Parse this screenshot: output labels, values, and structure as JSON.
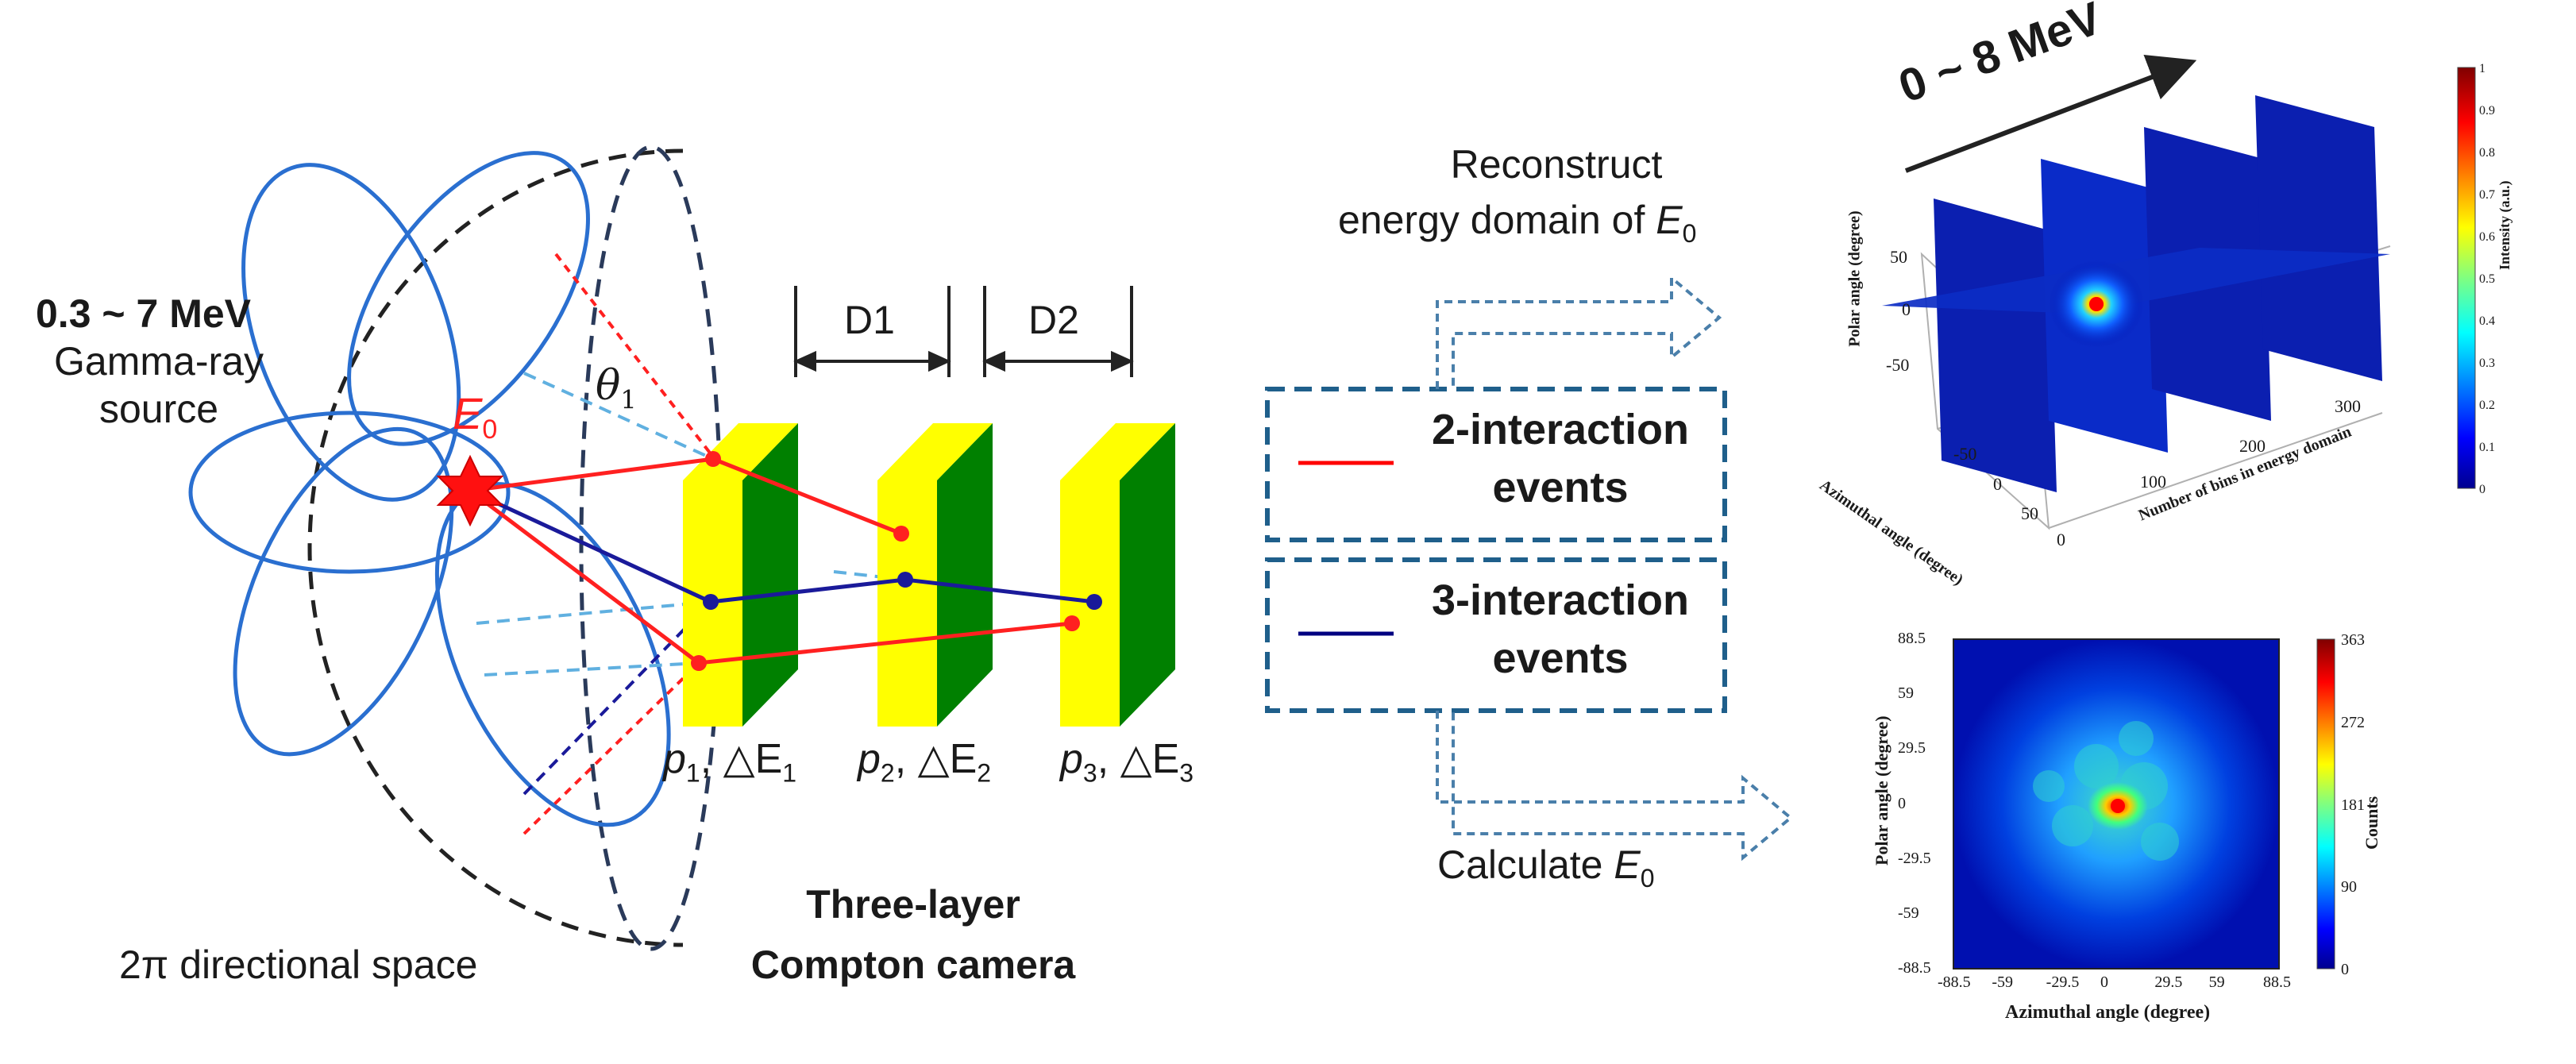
{
  "source": {
    "energy_range": "0.3 ~ 7 MeV",
    "line1": "Gamma-ray",
    "line2": "source",
    "symbol": "E",
    "symbol_sub": "0",
    "space_label": "2π directional space",
    "theta": "θ",
    "theta_sub": "1"
  },
  "camera": {
    "title_line1": "Three-layer",
    "title_line2": "Compton camera",
    "gap1": "D1",
    "gap2": "D2",
    "layers": [
      {
        "p": "p",
        "sub": "1",
        "dE": ", △E",
        "dE_sub": "1"
      },
      {
        "p": "p",
        "sub": "2",
        "dE": ", △E",
        "dE_sub": "2"
      },
      {
        "p": "p",
        "sub": "3",
        "dE": ", △E",
        "dE_sub": "3"
      }
    ],
    "colors": {
      "front": "#ffff00",
      "back": "#008000",
      "red_track": "#ff2020",
      "blue_track": "#1a1a9a"
    }
  },
  "events": {
    "two": {
      "line1": "2-interaction",
      "line2": "events",
      "color": "#ff0000"
    },
    "three": {
      "line1": "3-interaction",
      "line2": "events",
      "color": "#000080"
    }
  },
  "flows": {
    "top_line1": "Reconstruct",
    "top_line2": "energy domain of ",
    "top_sym": "E",
    "top_sub": "0",
    "bottom": "Calculate ",
    "bottom_sym": "E",
    "bottom_sub": "0"
  },
  "plot3d": {
    "arrow_label": "0 ~ 8 MeV",
    "zlabel": "Polar angle (degree)",
    "xlabel": "Azimuthal angle (degree)",
    "ylabel": "Number of bins in energy domain",
    "z_ticks": [
      "50",
      "0",
      "-50"
    ],
    "x_ticks": [
      "-50",
      "0",
      "50"
    ],
    "y_ticks": [
      "0",
      "100",
      "200",
      "300"
    ],
    "colorbar_label": "Intensity (a.u.)",
    "colorbar_ticks": [
      "1",
      "0.9",
      "0.8",
      "0.7",
      "0.6",
      "0.5",
      "0.4",
      "0.3",
      "0.2",
      "0.1",
      "0"
    ]
  },
  "plot2d": {
    "xlabel": "Azimuthal angle (degree)",
    "ylabel": "Polar angle (degree)",
    "x_ticks": [
      "-88.5",
      "-59",
      "-29.5",
      "0",
      "29.5",
      "59",
      "88.5"
    ],
    "y_ticks": [
      "88.5",
      "59",
      "29.5",
      "0",
      "-29.5",
      "-59",
      "-88.5"
    ],
    "colorbar_label": "Counts",
    "colorbar_ticks": [
      "363",
      "272",
      "181",
      "90",
      "0"
    ]
  }
}
